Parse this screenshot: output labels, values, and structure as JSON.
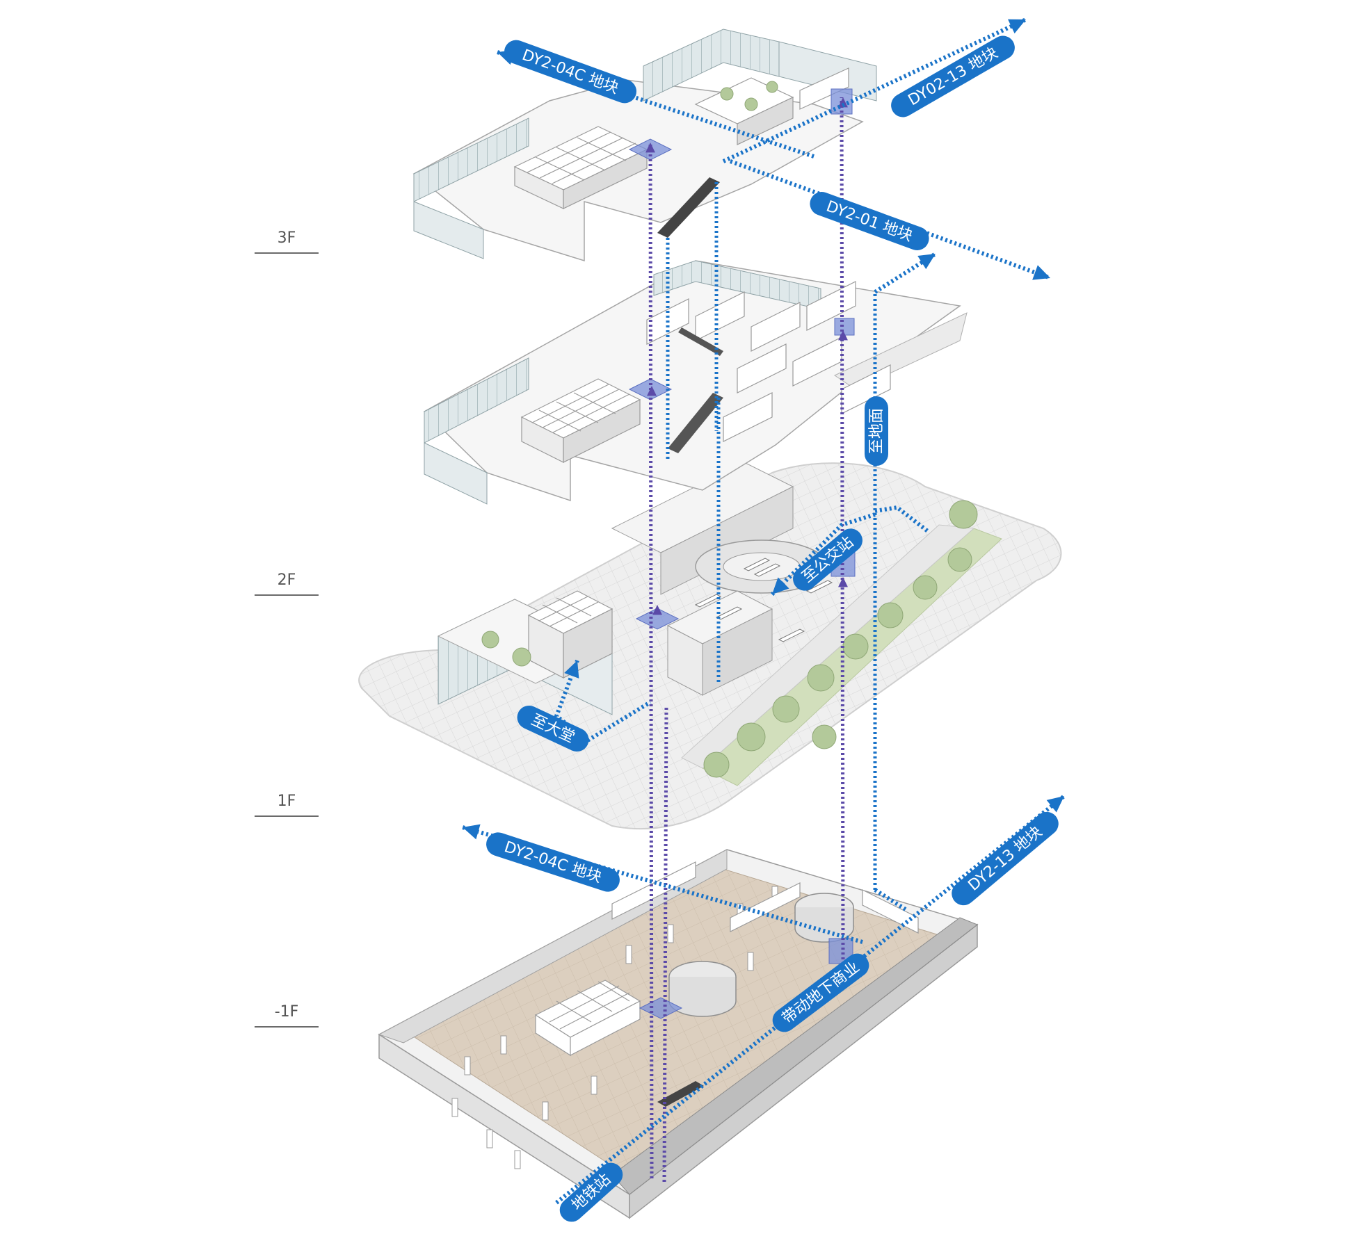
{
  "floors": [
    {
      "id": "3F",
      "label": "3F"
    },
    {
      "id": "2F",
      "label": "2F"
    },
    {
      "id": "1F",
      "label": "1F"
    },
    {
      "id": "B1",
      "label": "-1F"
    }
  ],
  "tags": {
    "dy2_04c_top": "DY2-04C 地块",
    "dy02_13_top": "DY02-13 地块",
    "dy2_01": "DY2-01 地块",
    "to_ground": "至地面",
    "to_bus": "至公交站",
    "to_lobby": "至大堂",
    "dy2_04c_bottom": "DY2-04C 地块",
    "dy2_13_bottom": "DY2-13 地块",
    "underground_commerce": "带动地下商业",
    "metro_station": "地铁站"
  },
  "colors": {
    "route_blue": "#1a73c8",
    "vertical_purple": "#5b4aa8",
    "elevator_fill": "#7a8fd8",
    "floor_white": "#f4f4f4",
    "glass": "#d9e3e6",
    "lawn": "#cfdcb8",
    "tree": "#aac28c",
    "basement_floor": "#d8ccbc"
  }
}
